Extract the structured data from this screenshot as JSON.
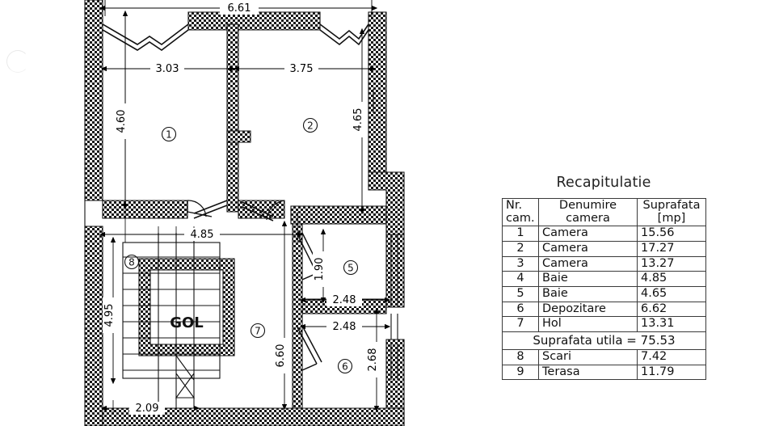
{
  "plan": {
    "void_label": "GOL",
    "dimensions": {
      "top_overall": "6.61",
      "room1_width": "3.03",
      "room2_width": "3.75",
      "room1_height": "4.60",
      "room2_height": "4.65",
      "hall_width": "4.85",
      "hall_height": "6.60",
      "stairs_height": "4.95",
      "stairs_width": "2.09",
      "bath5_height": "1.90",
      "bath5_width": "2.48",
      "store6_width": "2.48",
      "store6_height": "2.68"
    },
    "room_markers": [
      {
        "id": "1",
        "label": "1"
      },
      {
        "id": "2",
        "label": "2"
      },
      {
        "id": "5",
        "label": "5"
      },
      {
        "id": "6",
        "label": "6"
      },
      {
        "id": "7",
        "label": "7"
      },
      {
        "id": "8",
        "label": "8"
      }
    ]
  },
  "recap": {
    "title": "Recapitulatie",
    "headers": {
      "nr_line1": "Nr.",
      "nr_line2": "cam.",
      "name_line1": "Denumire",
      "name_line2": "camera",
      "area_line1": "Suprafata",
      "area_line2": "[mp]"
    },
    "rows": [
      {
        "nr": "1",
        "name": "Camera",
        "area": "15.56"
      },
      {
        "nr": "2",
        "name": "Camera",
        "area": "17.27"
      },
      {
        "nr": "3",
        "name": "Camera",
        "area": "13.27"
      },
      {
        "nr": "4",
        "name": "Baie",
        "area": "4.85"
      },
      {
        "nr": "5",
        "name": "Baie",
        "area": "4.65"
      },
      {
        "nr": "6",
        "name": "Depozitare",
        "area": "6.62"
      },
      {
        "nr": "7",
        "name": "Hol",
        "area": "13.31"
      }
    ],
    "total_label": "Suprafata utila = 75.53",
    "extra_rows": [
      {
        "nr": "8",
        "name": "Scari",
        "area": "7.42"
      },
      {
        "nr": "9",
        "name": "Terasa",
        "area": "11.79"
      }
    ]
  }
}
